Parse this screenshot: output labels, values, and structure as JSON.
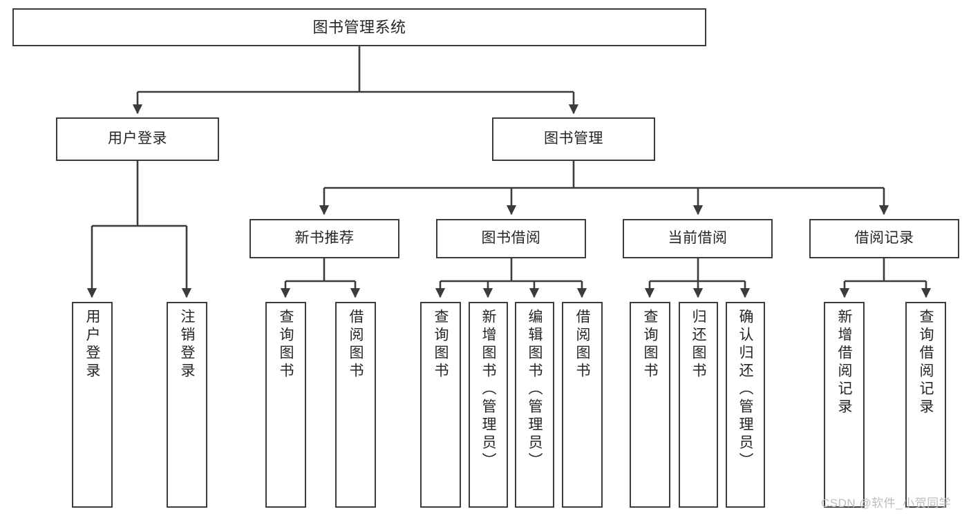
{
  "diagram": {
    "type": "tree",
    "title": "图书管理系统",
    "root": {
      "label": "图书管理系统"
    },
    "level2": [
      {
        "label": "用户登录"
      },
      {
        "label": "图书管理"
      }
    ],
    "level3": [
      {
        "label": "新书推荐"
      },
      {
        "label": "图书借阅"
      },
      {
        "label": "当前借阅"
      },
      {
        "label": "借阅记录"
      }
    ],
    "leaves": {
      "user_login": [
        {
          "label": "用户登录"
        },
        {
          "label": "注销登录"
        }
      ],
      "new_book_recommend": [
        {
          "label": "查询图书"
        },
        {
          "label": "借阅图书"
        }
      ],
      "book_borrow": [
        {
          "label": "查询图书"
        },
        {
          "label": "新增图书（管理员）"
        },
        {
          "label": "编辑图书（管理员）"
        },
        {
          "label": "借阅图书"
        }
      ],
      "current_borrow": [
        {
          "label": "查询图书"
        },
        {
          "label": "归还图书"
        },
        {
          "label": "确认归还（管理员）"
        }
      ],
      "borrow_record": [
        {
          "label": "新增借阅记录"
        },
        {
          "label": "查询借阅记录"
        }
      ]
    },
    "colors": {
      "border": "#3b3b3b",
      "text": "#262626",
      "background": "#ffffff",
      "watermark": "#bdbdbd"
    }
  },
  "watermark": {
    "text": "CSDN @软件_小贺同学"
  }
}
